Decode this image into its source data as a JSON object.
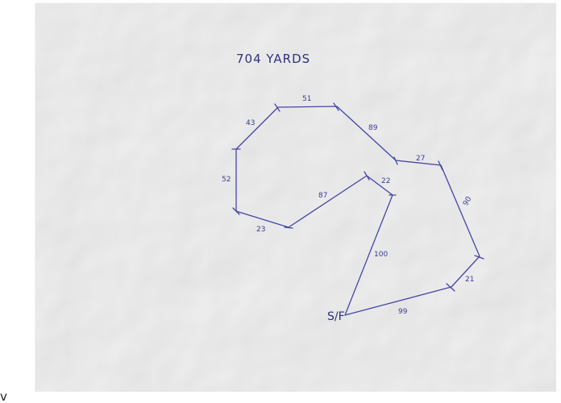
{
  "title": "704 YARDS",
  "start_label": "S/F",
  "stray_mark": "v",
  "colors": {
    "ink": "#3d3f9a",
    "paper": "#f6f6f7"
  },
  "segments": [
    {
      "id": "seg-99",
      "label": "99"
    },
    {
      "id": "seg-21",
      "label": "21"
    },
    {
      "id": "seg-90",
      "label": "90"
    },
    {
      "id": "seg-27",
      "label": "27"
    },
    {
      "id": "seg-89",
      "label": "89"
    },
    {
      "id": "seg-51",
      "label": "51"
    },
    {
      "id": "seg-43",
      "label": "43"
    },
    {
      "id": "seg-52",
      "label": "52"
    },
    {
      "id": "seg-23",
      "label": "23"
    },
    {
      "id": "seg-87",
      "label": "87"
    },
    {
      "id": "seg-22",
      "label": "22"
    },
    {
      "id": "seg-100",
      "label": "100"
    }
  ]
}
